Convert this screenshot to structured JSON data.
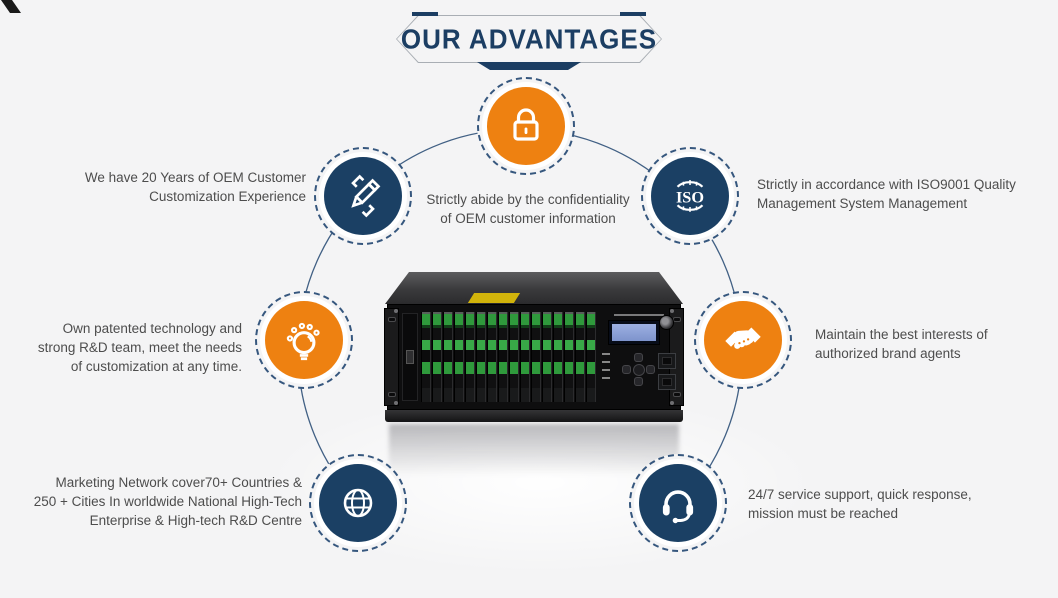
{
  "page": {
    "background_color": "#f4f4f5"
  },
  "banner": {
    "title": "OUR ADVANTAGES",
    "text_color": "#1c3e63",
    "outline_color": "#a9aeb4",
    "accent_color": "#1c3e63"
  },
  "colors": {
    "navy_circle": "#1b4064",
    "orange_circle": "#ee8111",
    "dashed_ring": "#36577e",
    "connector_line": "#2e5078",
    "body_text": "#4d4d4d"
  },
  "advantages": [
    {
      "position": "top-left",
      "icon": "pen-customization-icon",
      "circle": "navy",
      "lines": [
        "We have 20 Years of OEM Customer",
        "Customization Experience"
      ]
    },
    {
      "position": "top-center",
      "icon": "lock-icon",
      "circle": "orange",
      "lines": [
        "Strictly abide by the confidentiality",
        "of OEM customer information"
      ]
    },
    {
      "position": "top-right",
      "icon": "iso-badge-icon",
      "icon_text": "ISO",
      "circle": "navy",
      "lines": [
        "Strictly in accordance with ISO9001 Quality",
        "Management System Management"
      ]
    },
    {
      "position": "middle-left",
      "icon": "lightbulb-icon",
      "circle": "orange",
      "lines": [
        "Own patented technology and",
        "strong R&D team, meet the needs",
        "of customization at any time."
      ]
    },
    {
      "position": "middle-right",
      "icon": "handshake-icon",
      "circle": "orange",
      "lines": [
        "Maintain the best interests of",
        "authorized brand agents"
      ]
    },
    {
      "position": "bottom-left",
      "icon": "globe-icon",
      "circle": "navy",
      "lines": [
        "Marketing Network cover70+ Countries &",
        "250 + Cities In worldwide National High-Tech",
        "Enterprise & High-tech R&D Centre"
      ]
    },
    {
      "position": "bottom-right",
      "icon": "headset-icon",
      "circle": "navy",
      "lines": [
        "24/7 service support, quick response,",
        "mission must be reached"
      ]
    }
  ],
  "device": {
    "type": "rackmount-optical-amplifier",
    "slots": 16,
    "label_sticker_color": "#d2b40b",
    "lcd_color": "#8ea4d9",
    "port_count": 2
  }
}
